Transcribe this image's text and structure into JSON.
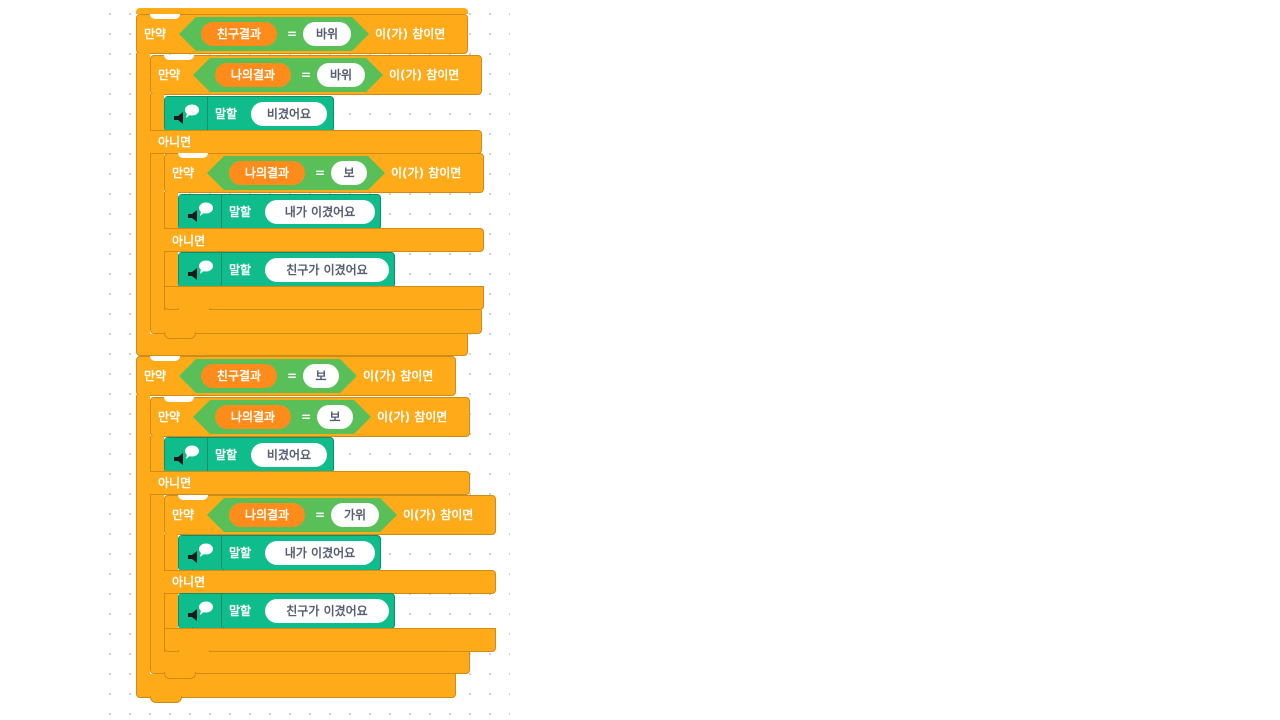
{
  "keywords": {
    "if": "만약",
    "then": "이(가) 참이면",
    "else": "아니면",
    "say": "말할",
    "equals": "="
  },
  "vars": {
    "friend": "친구결과",
    "mine": "나의결과"
  },
  "values": {
    "rock": "바위",
    "paper": "보",
    "scissors": "가위"
  },
  "messages": {
    "tie": "비겼어요",
    "i_won": "내가 이겼어요",
    "friend_won": "친구가 이겼어요"
  },
  "colors": {
    "control": "#ffab19",
    "operator": "#59c059",
    "variable": "#ff8c1a",
    "looks": "#0fbd8c"
  },
  "icons": {
    "say": "speech-bubble-icon"
  }
}
